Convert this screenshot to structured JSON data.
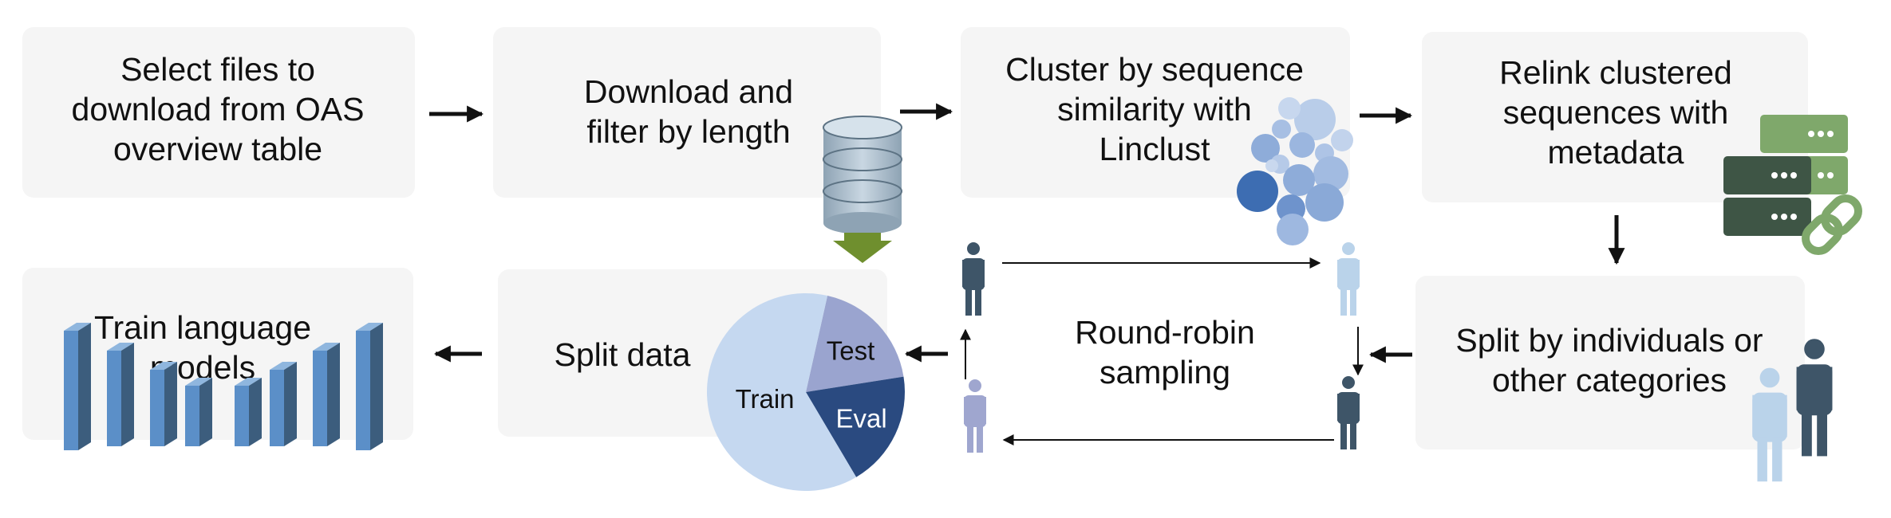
{
  "steps": {
    "select": {
      "lines": [
        "Select files to",
        "download from OAS",
        "overview table"
      ]
    },
    "download": {
      "lines": [
        "Download and",
        "filter by length"
      ]
    },
    "cluster": {
      "lines": [
        "Cluster by sequence",
        "similarity with",
        "Linclust"
      ]
    },
    "relink": {
      "lines": [
        "Relink clustered",
        "sequences with",
        "metadata"
      ]
    },
    "split_individuals": {
      "lines": [
        "Split by individuals or",
        "other categories"
      ]
    },
    "round_robin": {
      "lines": [
        "Round-robin",
        "sampling"
      ]
    },
    "split_data": {
      "lines": [
        "Split data"
      ]
    },
    "train": {
      "lines": [
        "Train language",
        "models"
      ]
    }
  },
  "pie": {
    "slices": [
      {
        "label": "Train",
        "fraction": 0.62,
        "color": "#c5d8f0"
      },
      {
        "label": "Test",
        "fraction": 0.19,
        "color": "#9aa4cf"
      },
      {
        "label": "Eval",
        "fraction": 0.19,
        "color": "#2a4a80"
      }
    ]
  },
  "colors": {
    "box": "#f5f5f5",
    "arrow": "#111111",
    "person_dark": "#3e5568",
    "person_light": "#bad3ea",
    "person_mid": "#9fa6cf",
    "server_dark": "#3e5545",
    "server_light": "#7fa86b",
    "database": "#a8bccb",
    "bubble": "#8cabd8",
    "bar_face": "#5b8fc8"
  }
}
